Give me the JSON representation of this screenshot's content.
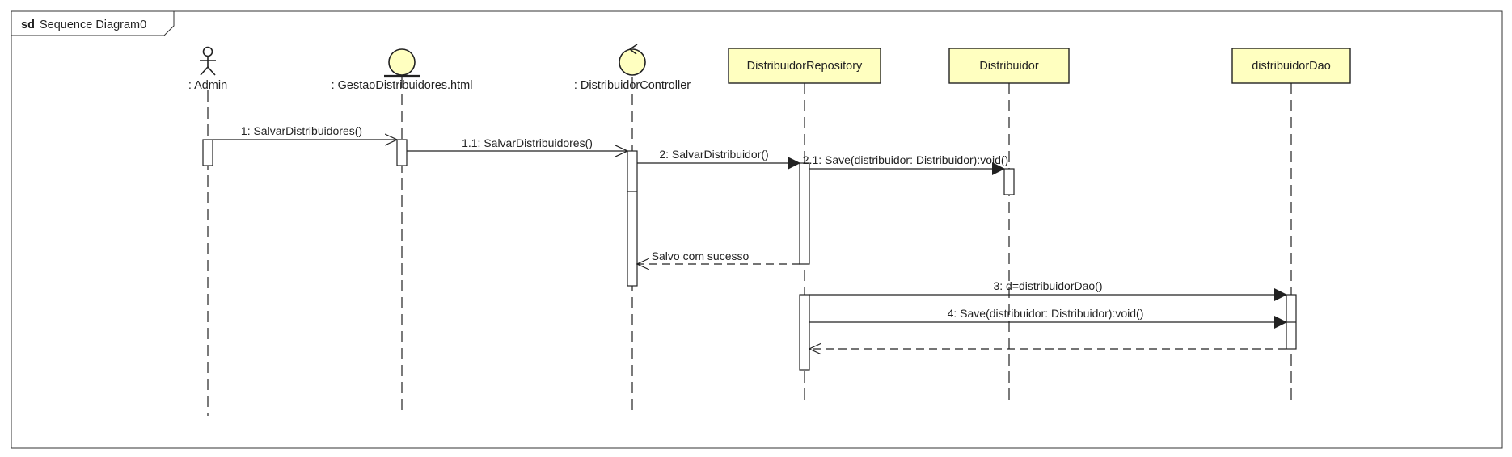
{
  "frame": {
    "keyword": "sd",
    "title": "Sequence Diagram0"
  },
  "colors": {
    "element_fill": "#ffffc0",
    "line": "#222222",
    "background": "#ffffff"
  },
  "participants": [
    {
      "id": "admin",
      "kind": "actor",
      "label": ": Admin"
    },
    {
      "id": "gestao",
      "kind": "boundary",
      "label": ": GestaoDistribuidores.html"
    },
    {
      "id": "controller",
      "kind": "control",
      "label": ": DistribuidorController"
    },
    {
      "id": "repository",
      "kind": "box",
      "label": "DistribuidorRepository"
    },
    {
      "id": "distribuidor",
      "kind": "box",
      "label": "Distribuidor"
    },
    {
      "id": "dao",
      "kind": "box",
      "label": "distribuidorDao"
    }
  ],
  "messages": [
    {
      "id": "m1",
      "from": "admin",
      "to": "gestao",
      "label": "1: SalvarDistribuidores()",
      "style": "async"
    },
    {
      "id": "m11",
      "from": "gestao",
      "to": "controller",
      "label": "1.1: SalvarDistribuidores()",
      "style": "async"
    },
    {
      "id": "m2",
      "from": "controller",
      "to": "repository",
      "label": "2: SalvarDistribuidor()",
      "style": "sync"
    },
    {
      "id": "m21",
      "from": "repository",
      "to": "distribuidor",
      "label": "2.1: Save(distribuidor: Distribuidor):void()",
      "style": "sync"
    },
    {
      "id": "mr1",
      "from": "repository",
      "to": "controller",
      "label": "Salvo com sucesso",
      "style": "return"
    },
    {
      "id": "m3",
      "from": "repository",
      "to": "dao",
      "label": "3: d=distribuidorDao()",
      "style": "sync"
    },
    {
      "id": "m4",
      "from": "repository",
      "to": "dao",
      "label": "4: Save(distribuidor: Distribuidor):void()",
      "style": "sync"
    },
    {
      "id": "mr2",
      "from": "dao",
      "to": "repository",
      "label": "",
      "style": "return"
    }
  ]
}
